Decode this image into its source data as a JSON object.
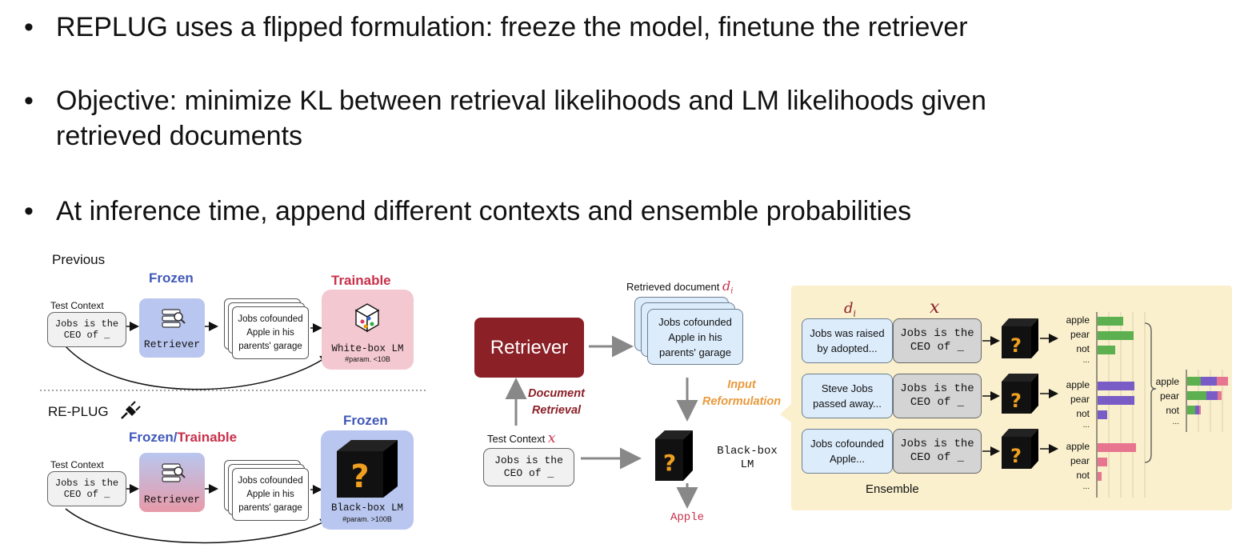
{
  "bullets": [
    {
      "text": "REPLUG uses a flipped formulation: freeze the model, finetune the retriever"
    },
    {
      "text": "Objective: minimize KL between retrieval likelihoods and LM likelihoods given",
      "text2": "retrieved documents"
    },
    {
      "text": "At inference time, append different contexts and ensemble probabilities"
    }
  ],
  "bullet_char": "•",
  "left_panel": {
    "previous": {
      "title": "Previous",
      "frozen_label": "Frozen",
      "trainable_label": "Trainable",
      "test_context_label": "Test Context",
      "context_text": "Jobs is the\nCEO of _",
      "retriever_label": "Retriever",
      "doc_text": "Jobs cofounded\nApple in his\nparents' garage",
      "lm_label": "White-box LM",
      "lm_param": "#param. <10B"
    },
    "replug": {
      "title": "RE-PLUG",
      "frozen_label": "Frozen",
      "frozen_slash_label": "Frozen/",
      "trainable_label": "Trainable",
      "test_context_label": "Test Context",
      "context_text": "Jobs is the\nCEO of _",
      "retriever_label": "Retriever",
      "doc_text": "Jobs cofounded\nApple in his\nparents' garage",
      "lm_label": "Black-box LM",
      "lm_param": "#param. >100B"
    }
  },
  "middle_panel": {
    "retriever_label": "Retriever",
    "retrieved_doc_label": "Retrieved document",
    "retrieved_doc_symbol": "d",
    "retrieved_doc_sub": "i",
    "doc_text": "Jobs cofounded\nApple in his\nparents' garage",
    "document_retrieval_label": "Document\nRetrieval",
    "input_reformulation_label": "Input\nReformulation",
    "test_context_label": "Test Context",
    "test_context_symbol": "x",
    "context_text": "Jobs is the\nCEO of _",
    "lm_label": "Black-box\nLM",
    "output": "Apple"
  },
  "ensemble_panel": {
    "d_symbol": "d",
    "d_sub": "i",
    "x_symbol": "x",
    "ensemble_label": "Ensemble",
    "rows": [
      {
        "doc": "Jobs was raised\nby adopted...",
        "context": "Jobs is the\nCEO of _",
        "color": "#5cb04f",
        "probs": [
          {
            "label": "apple",
            "value": 0.32
          },
          {
            "label": "pear",
            "value": 0.45
          },
          {
            "label": "not",
            "value": 0.22
          }
        ],
        "ellipsis": "..."
      },
      {
        "doc": "Steve Jobs\npassed away...",
        "context": "Jobs is the\nCEO of _",
        "color": "#7a5cc7",
        "probs": [
          {
            "label": "apple",
            "value": 0.46
          },
          {
            "label": "pear",
            "value": 0.46
          },
          {
            "label": "not",
            "value": 0.12
          }
        ],
        "ellipsis": "..."
      },
      {
        "doc": "Jobs cofounded\nApple...",
        "context": "Jobs is the\nCEO of _",
        "color": "#e8758f",
        "probs": [
          {
            "label": "apple",
            "value": 0.48
          },
          {
            "label": "pear",
            "value": 0.12
          },
          {
            "label": "not",
            "value": 0.05
          }
        ],
        "ellipsis": "..."
      }
    ],
    "final": {
      "labels": [
        "apple",
        "pear",
        "not"
      ],
      "ellipsis": "...",
      "stacks": [
        [
          {
            "color": "#5cb04f",
            "value": 0.17
          },
          {
            "color": "#7a5cc7",
            "value": 0.2
          },
          {
            "color": "#e8758f",
            "value": 0.21
          }
        ],
        [
          {
            "color": "#5cb04f",
            "value": 0.24
          },
          {
            "color": "#7a5cc7",
            "value": 0.14
          },
          {
            "color": "#e8758f",
            "value": 0.05
          }
        ],
        [
          {
            "color": "#5cb04f",
            "value": 0.1
          },
          {
            "color": "#7a5cc7",
            "value": 0.05
          },
          {
            "color": "#e8758f",
            "value": 0.02
          }
        ]
      ]
    }
  },
  "colors": {
    "frozen_blue": "#4058b8",
    "trainable_red": "#c9304a",
    "retriever_dark": "#8b2027",
    "reformulation_orange": "#e89a3c",
    "ensemble_bg": "#faf0cd",
    "output_red": "#c9304a"
  }
}
